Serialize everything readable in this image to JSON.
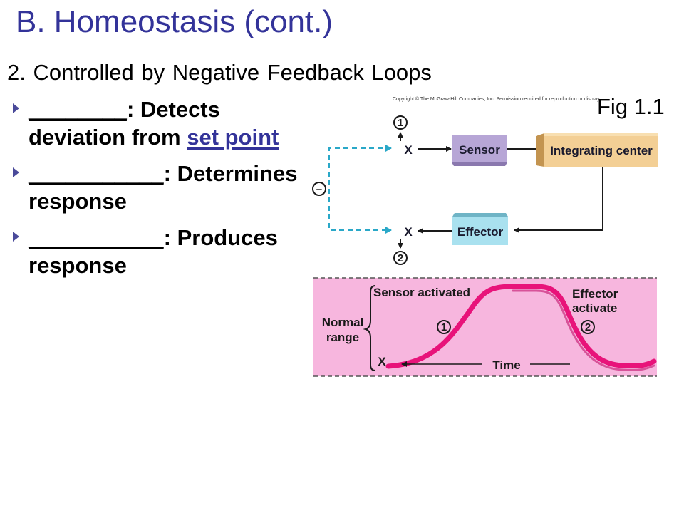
{
  "title": "B. Homeostasis (cont.)",
  "subtitle": "2. Controlled by  Negative Feedback Loops",
  "figure_label": "Fig 1.1",
  "bullets": [
    {
      "blank": "________",
      "text": ": Detects deviation from ",
      "link": "set point"
    },
    {
      "blank": "___________",
      "text": ": Determines response"
    },
    {
      "blank": "___________",
      "text": ": Produces response"
    }
  ],
  "diagram": {
    "copyright": "Copyright © The McGraw-Hill Companies, Inc. Permission required for reproduction or display.",
    "sensor": "Sensor",
    "integrating_center": "Integrating center",
    "effector": "Effector",
    "negative_sign": "−",
    "x_marker": "X",
    "step1": "1",
    "step2": "2",
    "colors": {
      "sensor_box": "#b7a6d6",
      "integrating_box": "#f3cf95",
      "effector_box": "#a9e1ef",
      "feedback_line": "#2aa8c8",
      "graph_bg": "#f7b6de",
      "curve": "#e8137a"
    }
  },
  "graph": {
    "sensor_activated": "Sensor activated",
    "effector_line1": "Effector",
    "effector_line2": "activate",
    "normal_line1": "Normal",
    "normal_line2": "range",
    "x_marker": "X",
    "time_label": "Time",
    "step1": "1",
    "step2": "2"
  }
}
